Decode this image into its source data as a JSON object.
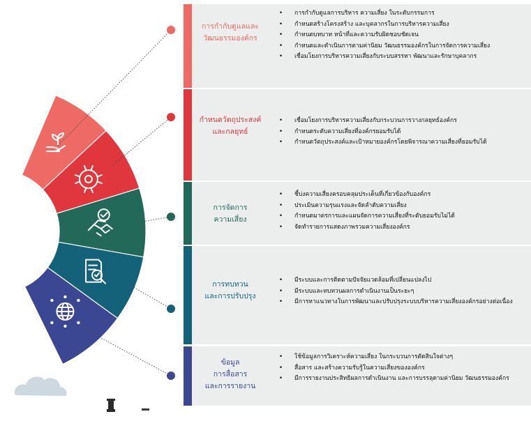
{
  "colors": {
    "governance": "#ee6a64",
    "strategy": "#e0373f",
    "management": "#23695a",
    "review": "#13627a",
    "communication": "#3b4792",
    "panel_background": "#eceded",
    "cloud": "#cdd8e1"
  },
  "sections": [
    {
      "id": "governance",
      "title": "การกำกับดูแลและ\nวัฒนธรรมองค์กร",
      "icon": "hand-plant-icon",
      "items": [
        "การกำกับดูแลการบริหาร ความเสี่ยง ในระดับกรรมการ",
        "กำหนดสร้างโครงสร้าง และบุคลากรในการบริหารความเสี่ยง",
        "กำหนดบทบาท หน้าที่และความรับผิดชอบชัดเจน",
        "กำหนดและดำเนินการตามค่านิยม วัฒนธรรมองค์กรในการจัดการความเสี่ยง",
        "เชื่อมโยงการบริหารความเสี่ยงกับระบบสรรหา พัฒนาและรักษาบุคลากร"
      ]
    },
    {
      "id": "strategy",
      "title": "กำหนดวัตถุประสงค์\nและกลยุทธ์",
      "icon": "gear-wrench-icon",
      "items": [
        "เชื่อมโยงการบริหารความเสี่ยงกับกระบวนการวางกลยุทธ์องค์กร",
        "กำหนดระดับความเสี่ยงที่องค์กรยอมรับได้",
        "กำหนดวัตถุประสงค์และเป้าหมายองค์กรโดยพิจารณาความเสี่ยงที่ยอมรับได้"
      ]
    },
    {
      "id": "management",
      "title": "การจัดการ\nความเสี่ยง",
      "icon": "handshake-check-icon",
      "items": [
        "ชี้บ่งความเสี่ยงครอบคลุมประเด็นที่เกี่ยวข้องกับองค์กร",
        "ประเมินความรุนแรงและจัดลำดับความเสี่ยง",
        "กำหนดมาตรการและแผนจัดการความเสี่ยงที่ระดับยอมรับไม่ได้",
        "จัดทำรายการแสดงภาพรวมความเสี่ยงองค์กร"
      ]
    },
    {
      "id": "review",
      "title": "การทบทวน\nและการปรับปรุง",
      "icon": "document-magnifier-icon",
      "items": [
        "มีระบบและการติดตามปัจจัยแวดล้อมที่เปลี่ยนแปลงไป",
        "มีระบบและทบทวนผลการดำเนินงานเป็นระยะๆ",
        "มีการหาแนวทางในการพัฒนาและปรับปรุงระบบบริหารความเสี่ยงองค์กรอย่างต่อเนื่อง"
      ]
    },
    {
      "id": "communication",
      "title": "ข้อมูล\nการสื่อสาร\nและการรายงาน",
      "icon": "globe-network-icon",
      "items": [
        "ใช้ข้อมูลการวิเคราะห์ความเสี่ยง ในกระบวนการตัดสินใจต่างๆ",
        "สื่อสาร และสร้างความรับรู้ในความเสี่ยงขององค์กร",
        "มีการรายงานประสิทธิผลการดำเนินงาน และการบรรลุตามค่านิยม วัฒนธรรมองค์กร"
      ]
    }
  ]
}
